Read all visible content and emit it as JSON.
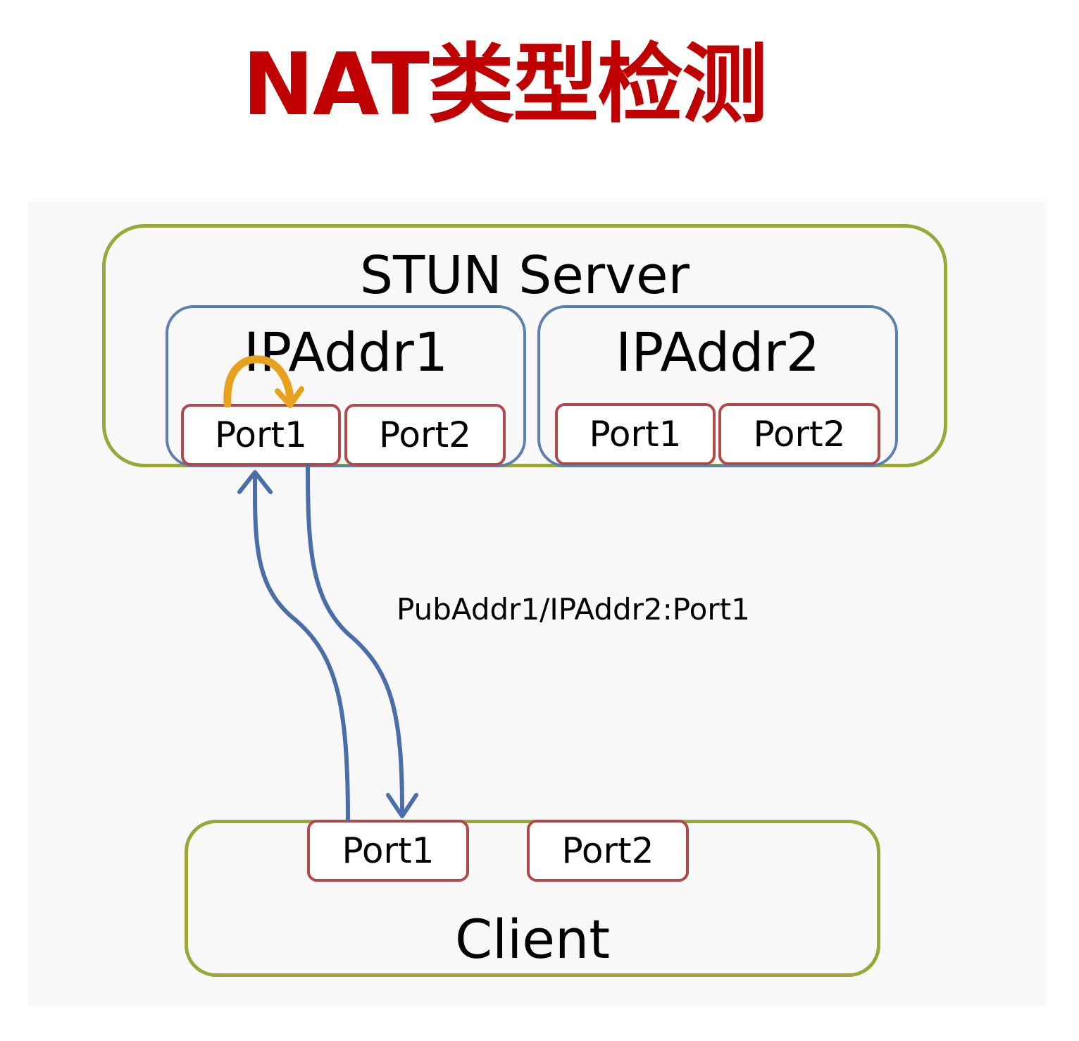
{
  "title": "NAT类型检测",
  "colors": {
    "title": "#c00000",
    "server_border": "#9aa83a",
    "ip_border": "#5b7fb0",
    "port_border": "#b04a4a",
    "arrow_blue": "#4a6ea8",
    "arrow_orange": "#e7a11c"
  },
  "server": {
    "label": "STUN Server",
    "ip1": {
      "label": "IPAddr1",
      "port1": "Port1",
      "port2": "Port2"
    },
    "ip2": {
      "label": "IPAddr2",
      "port1": "Port1",
      "port2": "Port2"
    }
  },
  "client": {
    "label": "Client",
    "port1": "Port1",
    "port2": "Port2"
  },
  "annotation": "PubAddr1/IPAddr2:Port1"
}
